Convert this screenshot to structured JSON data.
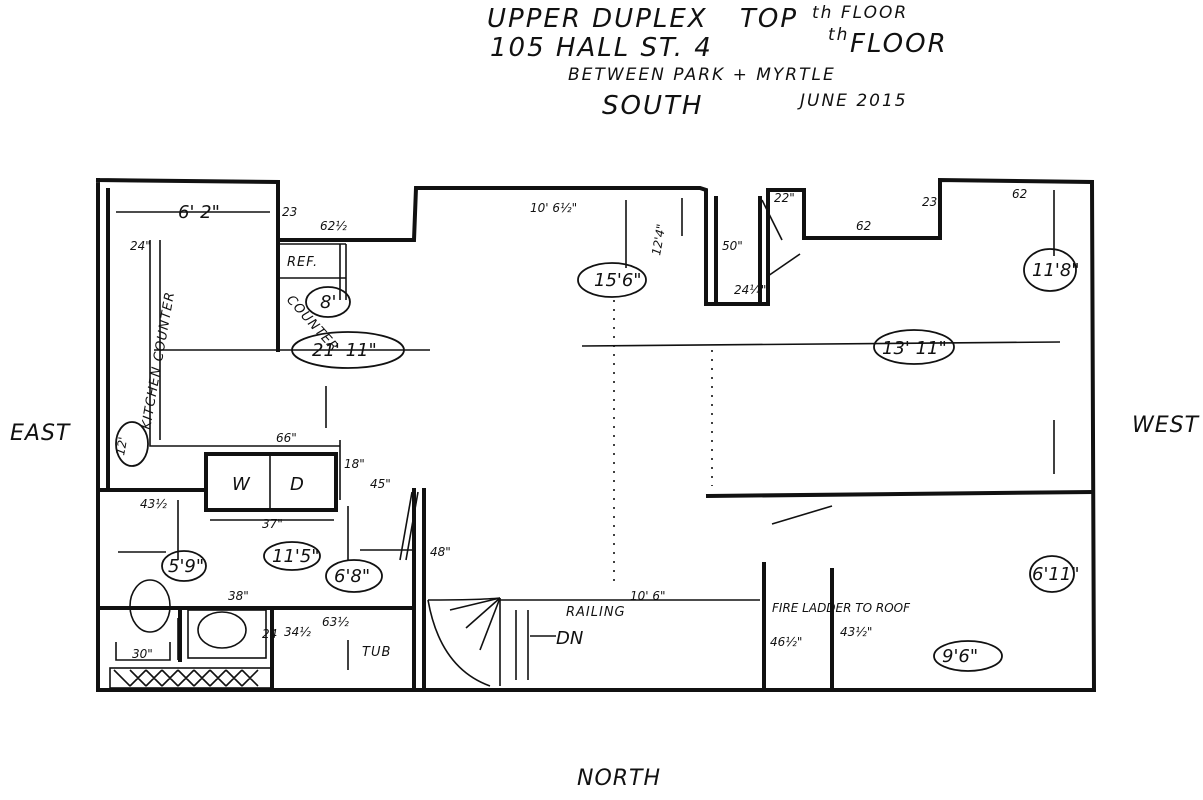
{
  "header": {
    "line1": "UPPER DUPLEX",
    "line1b": "TOP",
    "line1c": "th FLOOR",
    "line2": "105 HALL ST. 4",
    "line2b": "th",
    "line2c": "FLOOR",
    "line3": "BETWEEN PARK + MYRTLE",
    "line4": "SOUTH",
    "line5": "JUNE 2015"
  },
  "compass": {
    "east": "EAST",
    "west": "WEST",
    "north": "NORTH"
  },
  "labels": {
    "ref": "REF.",
    "counter": "COUNTER",
    "kitchen_counter": "KITCHEN COUNTER",
    "washer": "W",
    "dryer": "D",
    "railing": "RAILING",
    "down": "DN",
    "tub": "TUB",
    "fire_ladder": "FIRE LADDER TO ROOF"
  },
  "dimensions": {
    "kitchen_width": "6' 2\"",
    "d23a": "23",
    "d62half": "62½",
    "d24": "24\"",
    "d10_6half": "10' 6½\"",
    "d12_4": "12'4\"",
    "d50": "50\"",
    "d22": "22\"",
    "d24q": "24¼\"",
    "d62b": "62",
    "d23b": "23",
    "d62c": "62",
    "d15_6": "15'6\"",
    "d11_8": "11'8\"",
    "d8": "8'",
    "d21_11": "21' 11\"",
    "d13_11": "13' 11\"",
    "d12": "12'",
    "d66": "66\"",
    "d18": "18\"",
    "d45": "45\"",
    "d43half": "43½",
    "d37": "37\"",
    "d5_9": "5'9\"",
    "d11_5": "11'5\"",
    "d6_8": "6'8\"",
    "d48": "48\"",
    "d10_6": "10' 6\"",
    "d38": "38\"",
    "d63half": "63½",
    "d24b": "24",
    "d34half": "34½",
    "d30": "30\"",
    "d46half": "46½\"",
    "d43half_b": "43½\"",
    "d6_11": "6'11\"",
    "d9_6": "9'6\""
  }
}
